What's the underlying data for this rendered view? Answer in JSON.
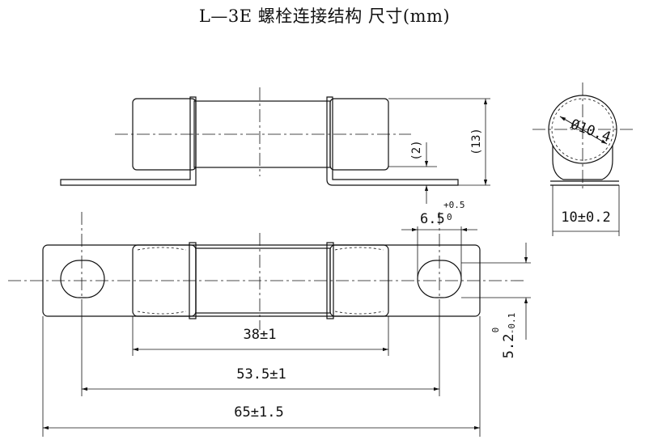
{
  "title": "L—3E 螺栓连接结构 尺寸(mm)",
  "dimensions": {
    "dim_2": "(2)",
    "dim_13": "(13)",
    "dim_phi": "Ø10.4",
    "dim_10": "10±0.2",
    "dim_6_5": "6.5",
    "dim_6_5_plus": "+0.5",
    "dim_6_5_minus": "0",
    "dim_38": "38±1",
    "dim_53_5": "53.5±1",
    "dim_65": "65±1.5",
    "dim_5_2": "5.2",
    "dim_5_2_plus": "0",
    "dim_5_2_minus": "-0.1"
  }
}
